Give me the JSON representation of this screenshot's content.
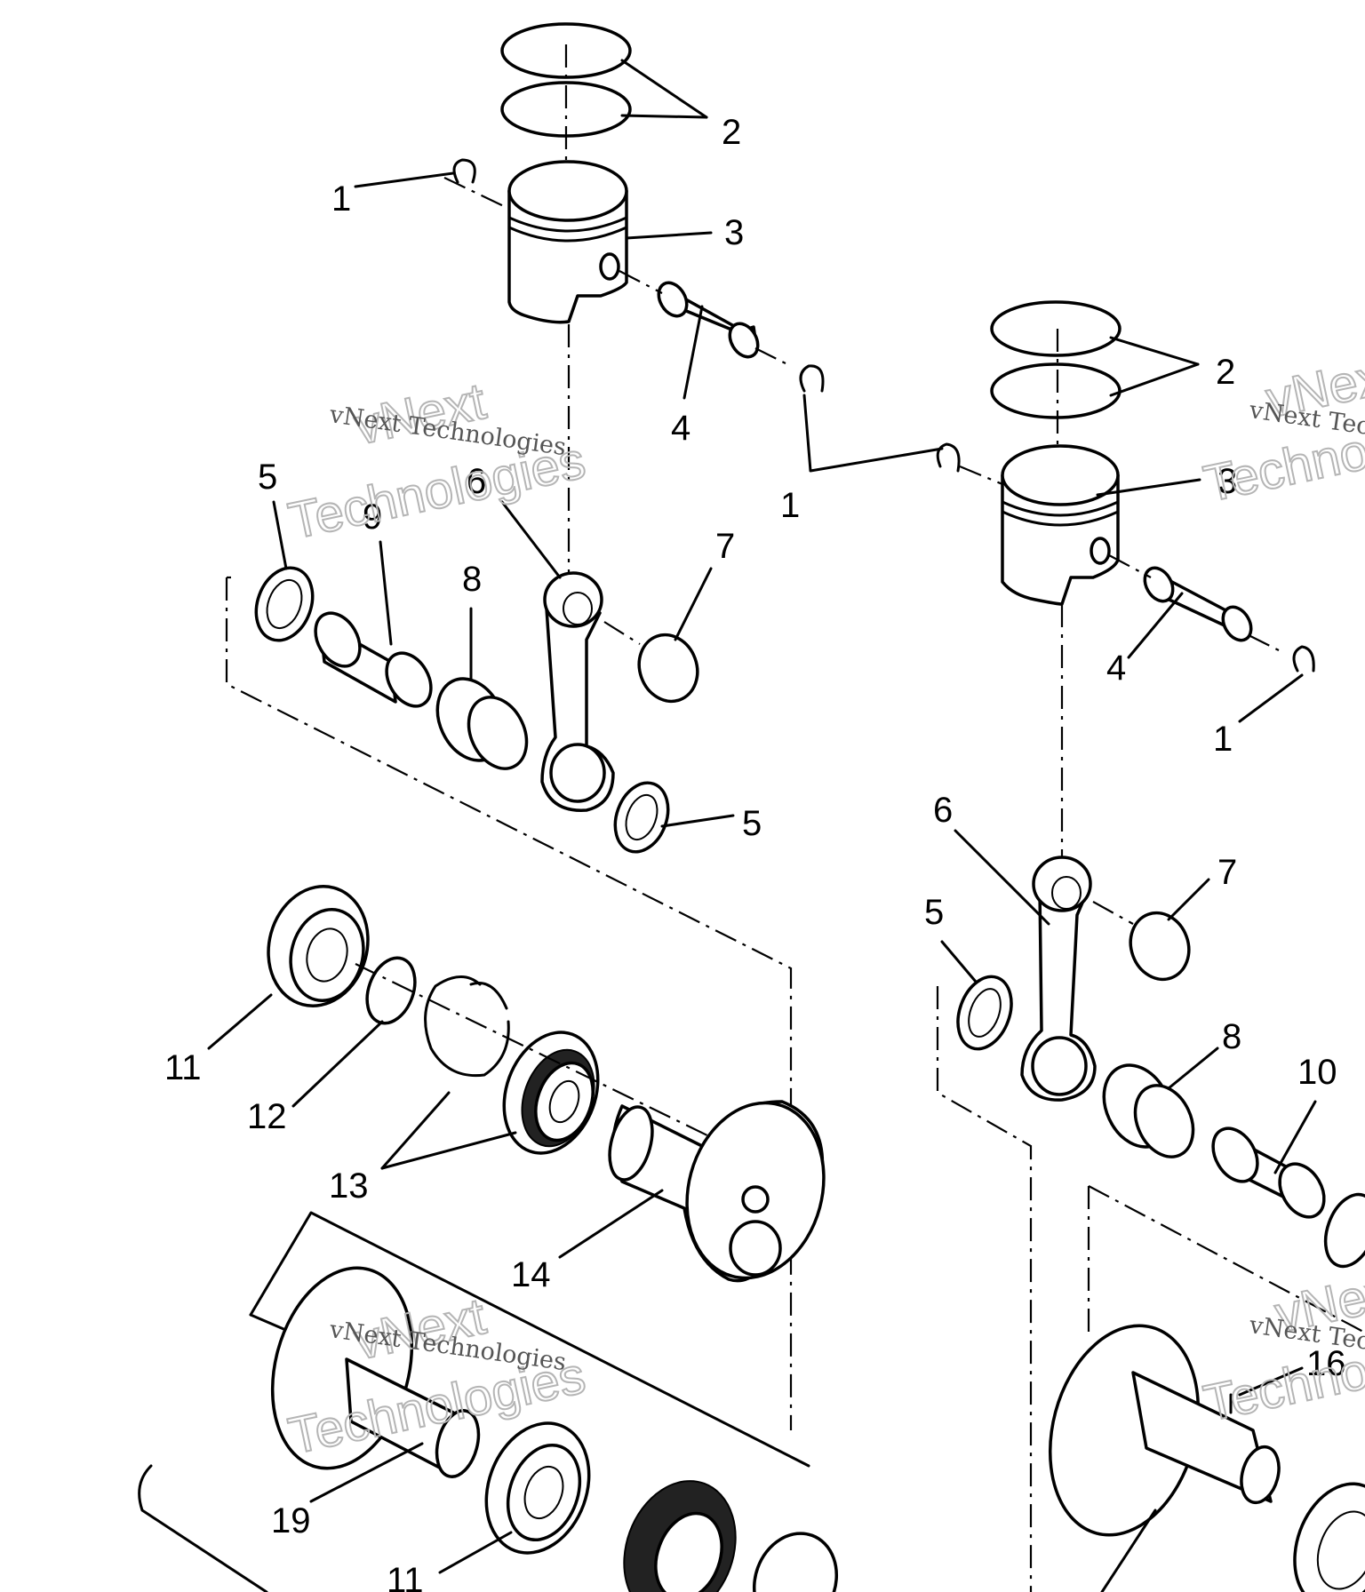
{
  "watermark": {
    "company": "vNext Technologies",
    "word1": "vNext",
    "word2": "Technologies"
  },
  "callouts": {
    "c1": "1",
    "c2": "2",
    "c3": "3",
    "c4": "4",
    "c5": "5",
    "c6": "6",
    "c7": "7",
    "c8": "8",
    "c9": "9",
    "c10": "10",
    "c11": "11",
    "c12": "12",
    "c13": "13",
    "c14": "14",
    "c16": "16",
    "c19": "19"
  }
}
